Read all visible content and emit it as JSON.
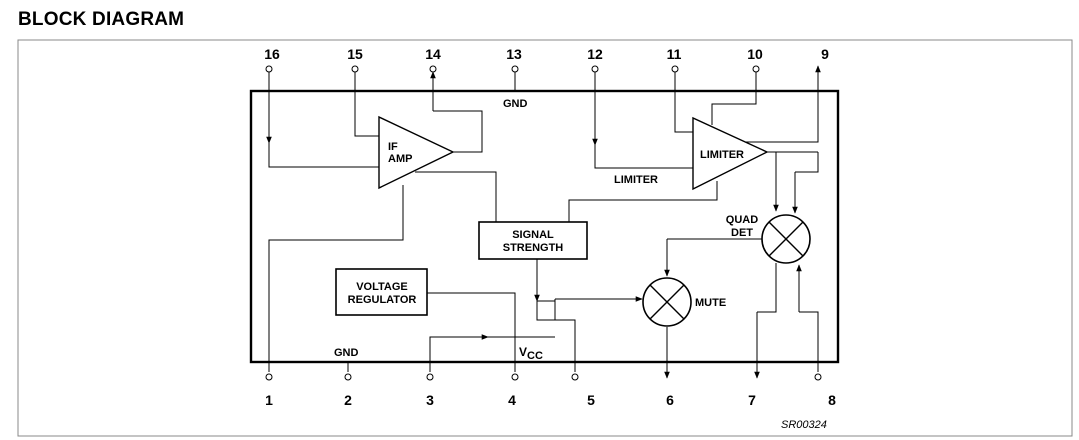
{
  "title": "BLOCK DIAGRAM",
  "pins_top": [
    "16",
    "15",
    "14",
    "13",
    "12",
    "11",
    "10",
    "9"
  ],
  "pins_bottom": [
    "1",
    "2",
    "3",
    "4",
    "5",
    "6",
    "7",
    "8"
  ],
  "labels": {
    "gnd_top": "GND",
    "gnd_bottom": "GND",
    "vcc_main": "V",
    "vcc_sub": "CC",
    "if_amp_line1": "IF",
    "if_amp_line2": "AMP",
    "limiter_block": "LIMITER",
    "limiter_pin": "LIMITER",
    "signal_strength_line1": "SIGNAL",
    "signal_strength_line2": "STRENGTH",
    "voltage_regulator_line1": "VOLTAGE",
    "voltage_regulator_line2": "REGULATOR",
    "quad_det_line1": "QUAD",
    "quad_det_line2": "DET",
    "mute": "MUTE",
    "reference": "SR00324"
  }
}
